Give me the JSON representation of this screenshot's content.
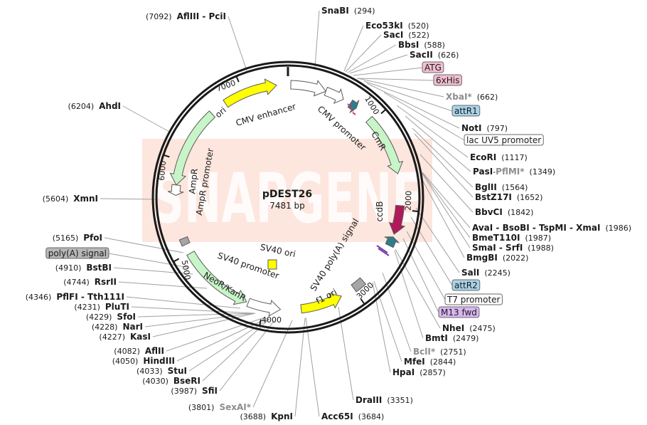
{
  "plasmid": {
    "name": "pDEST26",
    "length_label": "7481 bp",
    "length": 7481
  },
  "watermark": "SNAPGENE",
  "colors": {
    "backbone": "#1a1a1a",
    "leader": "#a0a0a0",
    "ori": "#ffff00",
    "resistance": "#c8f5c8",
    "promoter_white": "#ffffff",
    "ccdB": "#b0195a",
    "att": "#2e7d8c",
    "sv40_ori": "#ffff00",
    "polyA": "#a6a6a6",
    "watermark": "#fde0d6",
    "label_pink": "#f3bdd1",
    "label_blue": "#a8d3e8",
    "label_purple": "#d8b6f0",
    "label_grey": "#b7b7b7",
    "label_white": "#ffffff"
  },
  "ticks": [
    {
      "pos": 1000,
      "label": "1000"
    },
    {
      "pos": 2000,
      "label": "2000"
    },
    {
      "pos": 3000,
      "label": "3000"
    },
    {
      "pos": 4000,
      "label": "4000"
    },
    {
      "pos": 5000,
      "label": "5000"
    },
    {
      "pos": 6000,
      "label": "6000"
    },
    {
      "pos": 7000,
      "label": "7000"
    }
  ],
  "features": [
    {
      "name": "CMV enhancer",
      "start": 30,
      "end": 410,
      "kind": "promoter-white",
      "direction": "cw"
    },
    {
      "name": "CMV promoter",
      "start": 410,
      "end": 615,
      "kind": "promoter-white",
      "direction": "cw"
    },
    {
      "name": "attR1",
      "start": 700,
      "end": 780,
      "kind": "att",
      "direction": "cw"
    },
    {
      "name": "CmR",
      "start": 960,
      "end": 1620,
      "kind": "resistance",
      "direction": "cw"
    },
    {
      "name": "ccdB",
      "start": 1960,
      "end": 2270,
      "kind": "ccdB",
      "direction": "cw"
    },
    {
      "name": "attR2",
      "start": 2300,
      "end": 2400,
      "kind": "att",
      "direction": "ccw"
    },
    {
      "name": "SV40 poly(A) signal",
      "start": 2870,
      "end": 2995,
      "kind": "polyA",
      "direction": "none"
    },
    {
      "name": "f1 ori",
      "start": 3150,
      "end": 3600,
      "kind": "ori",
      "direction": "ccw"
    },
    {
      "name": "SV40 promoter",
      "start": 3820,
      "end": 4170,
      "kind": "promoter-white",
      "direction": "ccw"
    },
    {
      "name": "SV40 ori",
      "start": 0,
      "end": 0,
      "kind": "sv40-ori",
      "direction": "none"
    },
    {
      "name": "NeoR/KanR",
      "start": 4190,
      "end": 4990,
      "kind": "resistance",
      "direction": "ccw"
    },
    {
      "name": "poly(A) signal",
      "start": 5095,
      "end": 5165,
      "kind": "polyA",
      "direction": "none"
    },
    {
      "name": "AmpR promoter",
      "start": 5630,
      "end": 5740,
      "kind": "promoter-white",
      "direction": "ccw"
    },
    {
      "name": "AmpR",
      "start": 5740,
      "end": 6600,
      "kind": "resistance",
      "direction": "ccw"
    },
    {
      "name": "ori",
      "start": 6780,
      "end": 7360,
      "kind": "ori",
      "direction": "cw"
    }
  ],
  "sites": [
    {
      "id": "snabi",
      "name": "SnaBI",
      "pos": "(294)",
      "order": "name-pos",
      "style": "plain"
    },
    {
      "id": "eco53ki",
      "name": "Eco53kI",
      "pos": "(520)",
      "order": "name-pos",
      "style": "plain"
    },
    {
      "id": "saci",
      "name": "SacI",
      "pos": "(522)",
      "order": "name-pos",
      "style": "plain"
    },
    {
      "id": "bbsi",
      "name": "BbsI",
      "pos": "(588)",
      "order": "name-pos",
      "style": "plain"
    },
    {
      "id": "sacii",
      "name": "SacII",
      "pos": "(626)",
      "order": "name-pos",
      "style": "plain"
    },
    {
      "id": "atg",
      "name": "ATG",
      "pos": "",
      "order": "name-pos",
      "style": "box-pink"
    },
    {
      "id": "his",
      "name": "6xHis",
      "pos": "",
      "order": "name-pos",
      "style": "box-pink"
    },
    {
      "id": "xbai",
      "name": "XbaI*",
      "pos": "(662)",
      "order": "name-pos",
      "style": "grey"
    },
    {
      "id": "attr1",
      "name": "attR1",
      "pos": "",
      "order": "name-pos",
      "style": "box-blue"
    },
    {
      "id": "noti",
      "name": "NotI",
      "pos": "(797)",
      "order": "name-pos",
      "style": "plain"
    },
    {
      "id": "lacuv5",
      "name": "lac UV5 promoter",
      "pos": "",
      "order": "name-pos",
      "style": "box-white"
    },
    {
      "id": "ecori",
      "name": "EcoRI",
      "pos": "(1117)",
      "order": "name-pos",
      "style": "plain"
    },
    {
      "id": "pasi",
      "name": "PasI",
      "name2": "PflMI*",
      "pos": "(1349)",
      "order": "name-pos",
      "style": "plain"
    },
    {
      "id": "bglii",
      "name": "BglII",
      "pos": "(1564)",
      "order": "name-pos",
      "style": "plain"
    },
    {
      "id": "bstz17i",
      "name": "BstZ17I",
      "pos": "(1652)",
      "order": "name-pos",
      "style": "plain"
    },
    {
      "id": "bbvci",
      "name": "BbvCI",
      "pos": "(1842)",
      "order": "name-pos",
      "style": "plain"
    },
    {
      "id": "avai",
      "name": "AvaI - BsoBI - TspMI - XmaI",
      "pos": "(1986)",
      "order": "name-pos",
      "style": "plain"
    },
    {
      "id": "bmet110i",
      "name": "BmeT110I",
      "pos": "(1987)",
      "order": "name-pos",
      "style": "plain"
    },
    {
      "id": "smai",
      "name": "SmaI - SrfI",
      "pos": "(1988)",
      "order": "name-pos",
      "style": "plain"
    },
    {
      "id": "bmgbi",
      "name": "BmgBI",
      "pos": "(2022)",
      "order": "name-pos",
      "style": "plain"
    },
    {
      "id": "sali",
      "name": "SalI",
      "pos": "(2245)",
      "order": "name-pos",
      "style": "plain"
    },
    {
      "id": "attr2",
      "name": "attR2",
      "pos": "",
      "order": "name-pos",
      "style": "box-blue"
    },
    {
      "id": "t7",
      "name": "T7 promoter",
      "pos": "",
      "order": "name-pos",
      "style": "box-white"
    },
    {
      "id": "m13",
      "name": "M13 fwd",
      "pos": "",
      "order": "name-pos",
      "style": "box-purple"
    },
    {
      "id": "nhei",
      "name": "NheI",
      "pos": "(2475)",
      "order": "name-pos",
      "style": "plain"
    },
    {
      "id": "bmti",
      "name": "BmtI",
      "pos": "(2479)",
      "order": "name-pos",
      "style": "plain"
    },
    {
      "id": "bcli",
      "name": "BclI*",
      "pos": "(2751)",
      "order": "name-pos",
      "style": "grey"
    },
    {
      "id": "mfei",
      "name": "MfeI",
      "pos": "(2844)",
      "order": "name-pos",
      "style": "plain"
    },
    {
      "id": "hpai",
      "name": "HpaI",
      "pos": "(2857)",
      "order": "name-pos",
      "style": "plain"
    },
    {
      "id": "draiii",
      "name": "DraIII",
      "pos": "(3351)",
      "order": "name-pos",
      "style": "plain"
    },
    {
      "id": "acc65i",
      "name": "Acc65I",
      "pos": "(3684)",
      "order": "name-pos",
      "style": "plain"
    },
    {
      "id": "kpni",
      "name": "KpnI",
      "pos": "(3688)",
      "order": "pos-name",
      "style": "plain"
    },
    {
      "id": "sexai",
      "name": "SexAI*",
      "pos": "(3801)",
      "order": "pos-name",
      "style": "grey"
    },
    {
      "id": "sfii",
      "name": "SfiI",
      "pos": "(3987)",
      "order": "pos-name",
      "style": "plain"
    },
    {
      "id": "bseri",
      "name": "BseRI",
      "pos": "(4030)",
      "order": "pos-name",
      "style": "plain"
    },
    {
      "id": "stui",
      "name": "StuI",
      "pos": "(4033)",
      "order": "pos-name",
      "style": "plain"
    },
    {
      "id": "hindiii",
      "name": "HindIII",
      "pos": "(4050)",
      "order": "pos-name",
      "style": "plain"
    },
    {
      "id": "afli",
      "name": "AflII",
      "pos": "(4082)",
      "order": "pos-name",
      "style": "plain"
    },
    {
      "id": "kasi",
      "name": "KasI",
      "pos": "(4227)",
      "order": "pos-name",
      "style": "plain"
    },
    {
      "id": "nari",
      "name": "NarI",
      "pos": "(4228)",
      "order": "pos-name",
      "style": "plain"
    },
    {
      "id": "sfoi",
      "name": "SfoI",
      "pos": "(4229)",
      "order": "pos-name",
      "style": "plain"
    },
    {
      "id": "pluti",
      "name": "PluTI",
      "pos": "(4231)",
      "order": "pos-name",
      "style": "plain"
    },
    {
      "id": "pflfi",
      "name": "PflFI - Tth111I",
      "pos": "(4346)",
      "order": "pos-name",
      "style": "plain"
    },
    {
      "id": "rsrii",
      "name": "RsrII",
      "pos": "(4744)",
      "order": "pos-name",
      "style": "plain"
    },
    {
      "id": "bstbi",
      "name": "BstBI",
      "pos": "(4910)",
      "order": "pos-name",
      "style": "plain"
    },
    {
      "id": "polya",
      "name": "poly(A) signal",
      "pos": "",
      "order": "pos-name",
      "style": "box-grey"
    },
    {
      "id": "pfoi",
      "name": "PfoI",
      "pos": "(5165)",
      "order": "pos-name",
      "style": "plain"
    },
    {
      "id": "xmni",
      "name": "XmnI",
      "pos": "(5604)",
      "order": "pos-name",
      "style": "plain"
    },
    {
      "id": "ahdi",
      "name": "AhdI",
      "pos": "(6204)",
      "order": "pos-name",
      "style": "plain"
    },
    {
      "id": "afliii",
      "name": "AflIII - PciI",
      "pos": "(7092)",
      "order": "pos-name",
      "style": "plain"
    }
  ]
}
